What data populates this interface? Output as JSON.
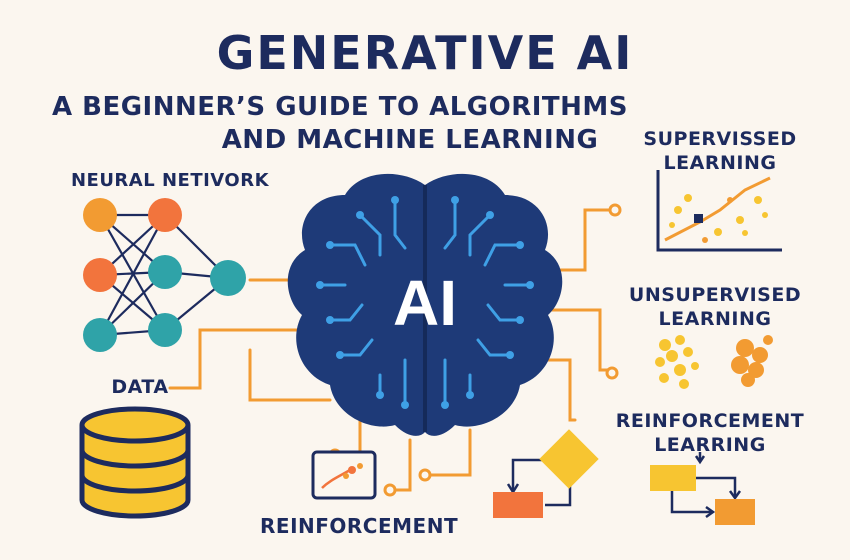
{
  "title": "GENERATIVE AI",
  "subtitle_line1": "A BEGINNER’S GUIDE TO ALGORITHMS",
  "subtitle_line2": "AND MACHINE LEARNING",
  "brain_label": "AI",
  "labels": {
    "neural_network": "NEURAL NETIVORK",
    "data": "DATA",
    "supervised_line1": "SUPERVISSED",
    "supervised_line2": "LEARNING",
    "unsupervised_line1": "UNSUPERVISED",
    "unsupervised_line2": "LEARNING",
    "reinforcement_learning_line1": "REINFORCEMENT",
    "reinforcement_learning_line2": "LEARRING",
    "reinforcement": "REINFORCEMENT"
  },
  "colors": {
    "navy": "#1d2b5e",
    "brain_blue": "#1e3a78",
    "circuit_blue": "#3fa0e6",
    "orange": "#f29b32",
    "yellow": "#f7c531",
    "red_orange": "#f2743d",
    "teal": "#2fa3a8",
    "background": "#fbf6ef"
  },
  "icons": [
    "brain-icon",
    "neural-network-icon",
    "database-icon",
    "scatter-plot-icon",
    "cluster-icon",
    "flowchart-icon",
    "reinforcement-chart-icon"
  ]
}
